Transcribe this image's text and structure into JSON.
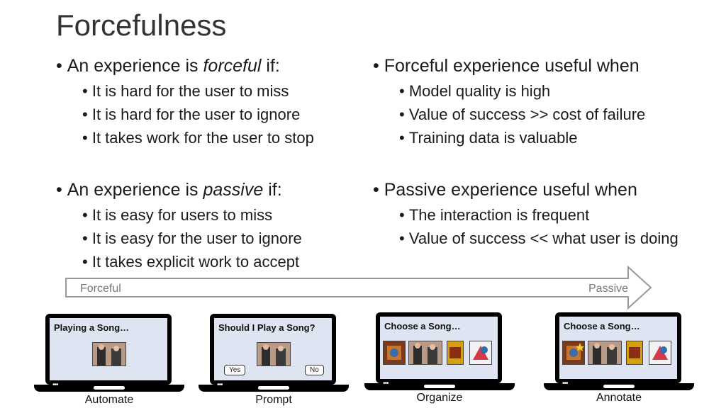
{
  "slide": {
    "title": "Forcefulness",
    "left_top": {
      "lead_pre": "An experience is ",
      "lead_em": "forceful",
      "lead_post": " if:",
      "items": [
        "It is hard for the user to miss",
        "It is hard for the user to ignore",
        "It takes work for the user to stop"
      ]
    },
    "left_bottom": {
      "lead_pre": "An experience is ",
      "lead_em": "passive",
      "lead_post": " if:",
      "items": [
        "It is easy for users to miss",
        "It is easy for the user to ignore",
        "It takes explicit work to accept"
      ]
    },
    "right_top": {
      "lead": "Forceful experience useful when",
      "items": [
        "Model quality is high",
        "Value of success >> cost of failure",
        "Training data is valuable"
      ]
    },
    "right_bottom": {
      "lead": "Passive experience useful when",
      "items": [
        "The interaction is frequent",
        "Value of success << what user is doing"
      ]
    },
    "arrow": {
      "left_label": "Forceful",
      "right_label": "Passive"
    },
    "laptops": [
      {
        "screen_title": "Playing a Song…",
        "caption": "Automate"
      },
      {
        "screen_title": "Should I Play a Song?",
        "caption": "Prompt",
        "yes": "Yes",
        "no": "No"
      },
      {
        "screen_title": "Choose a Song…",
        "caption": "Organize"
      },
      {
        "screen_title": "Choose a Song…",
        "caption": "Annotate"
      }
    ]
  }
}
